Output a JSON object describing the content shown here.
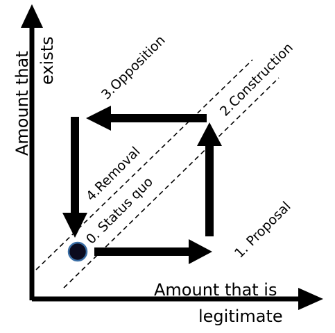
{
  "axes": {
    "x_label_line1": "Amount that is",
    "x_label_line2": "legitimate",
    "y_label_line1": "Amount that",
    "y_label_line2": "exists"
  },
  "stages": {
    "status_quo": "0. Status quo",
    "proposal": "1. Proposal",
    "construction": "2.Construction",
    "opposition": "3.Opposition",
    "removal": "4.Removal"
  },
  "colors": {
    "ink": "#000000",
    "marker_fill": "#0b0b1e",
    "marker_stroke": "#3a6ea5",
    "background": "#ffffff"
  }
}
